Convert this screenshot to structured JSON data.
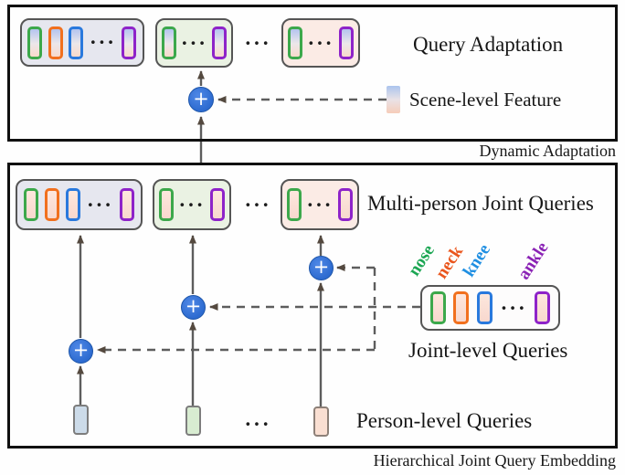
{
  "colors": {
    "green": "#3ca84b",
    "orange": "#f1701e",
    "blue": "#2979dd",
    "purple": "#8e23c9",
    "plus-blue": "#2d6bd0",
    "line": "#5d5d5d",
    "arrow": "#54493f",
    "nose": "#1ca653",
    "neck": "#ea561d",
    "knee": "#1f8fe2",
    "ankle": "#8a22b5"
  },
  "icons": {
    "plus": "+",
    "ellipsis": "···"
  },
  "top_panel": {
    "title": "Query Adaptation",
    "scene_feature_label": "Scene-level Feature",
    "caption": "Dynamic Adaptation"
  },
  "bottom_panel": {
    "multi_person_label": "Multi-person Joint Queries",
    "joint_level_label": "Joint-level Queries",
    "person_level_label": "Person-level Queries",
    "caption": "Hierarchical Joint Query Embedding",
    "joint_names": [
      {
        "label": "nose"
      },
      {
        "label": "neck"
      },
      {
        "label": "knee"
      },
      {
        "label": "ankle"
      }
    ]
  }
}
